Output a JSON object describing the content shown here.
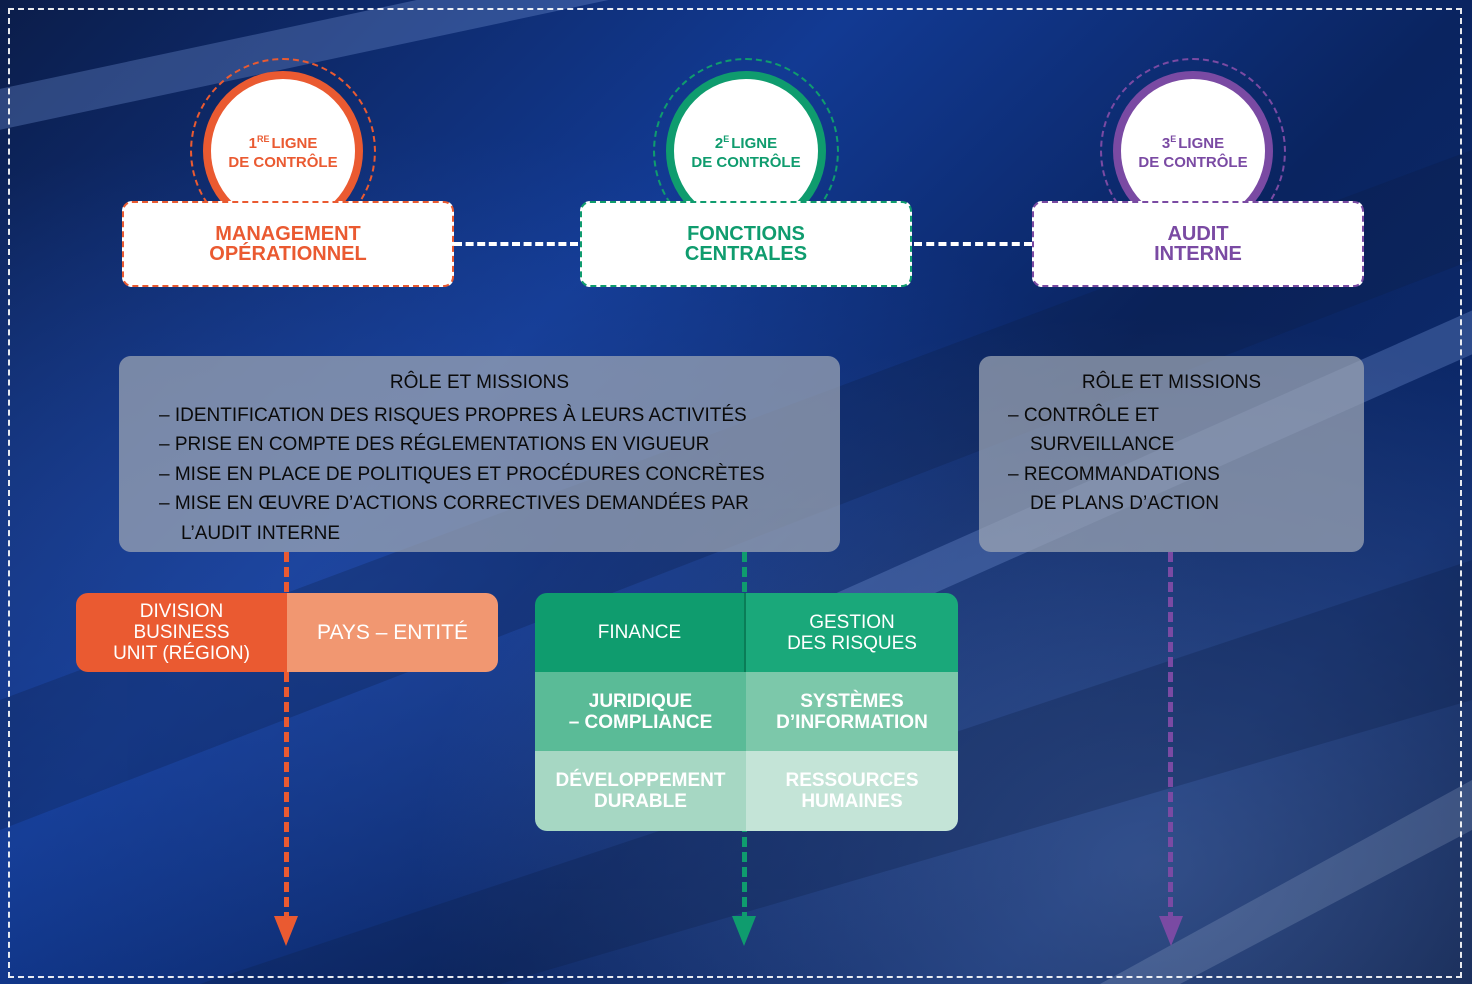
{
  "colors": {
    "orange": "#ea5a31",
    "orange_light": "#f19771",
    "green": "#0f9c6e",
    "green_mid": "#5abb97",
    "green_light": "#a6d7c3",
    "purple": "#7a4aa3",
    "white": "#ffffff"
  },
  "lines": [
    {
      "badge": {
        "num": "1",
        "sup": "RE",
        "word": "LIGNE",
        "line2": "DE CONTRÔLE"
      },
      "head": [
        "MANAGEMENT",
        "OPÉRATIONNEL"
      ]
    },
    {
      "badge": {
        "num": "2",
        "sup": "E",
        "word": "LIGNE",
        "line2": "DE CONTRÔLE"
      },
      "head": [
        "FONCTIONS",
        "CENTRALES"
      ]
    },
    {
      "badge": {
        "num": "3",
        "sup": "E",
        "word": "LIGNE",
        "line2": "DE CONTRÔLE"
      },
      "head": [
        "AUDIT",
        "INTERNE"
      ]
    }
  ],
  "panels": [
    {
      "title": "RÔLE ET MISSIONS",
      "items": [
        "– IDENTIFICATION DES RISQUES PROPRES À LEURS ACTIVITÉS",
        "– PRISE EN COMPTE DES RÉGLEMENTATIONS EN VIGUEUR",
        "– MISE EN PLACE DE POLITIQUES ET PROCÉDURES CONCRÈTES",
        "– MISE EN ŒUVRE D’ACTIONS CORRECTIVES DEMANDÉES PAR L’AUDIT INTERNE"
      ]
    },
    {
      "title": "RÔLE ET MISSIONS",
      "items": [
        "– CONTRÔLE ET SURVEILLANCE",
        "– RECOMMANDATIONS DE PLANS D’ACTION"
      ]
    }
  ],
  "orange_bar": {
    "left": [
      "DIVISION",
      "BUSINESS",
      "UNIT (RÉGION)"
    ],
    "right": "PAYS – ENTITÉ"
  },
  "green_grid": [
    [
      "FINANCE"
    ],
    [
      "GESTION",
      "DES RISQUES"
    ],
    [
      "JURIDIQUE",
      "– COMPLIANCE"
    ],
    [
      "SYSTÈMES",
      "D’INFORMATION"
    ],
    [
      "DÉVELOPPEMENT",
      "DURABLE"
    ],
    [
      "RESSOURCES",
      "HUMAINES"
    ]
  ]
}
